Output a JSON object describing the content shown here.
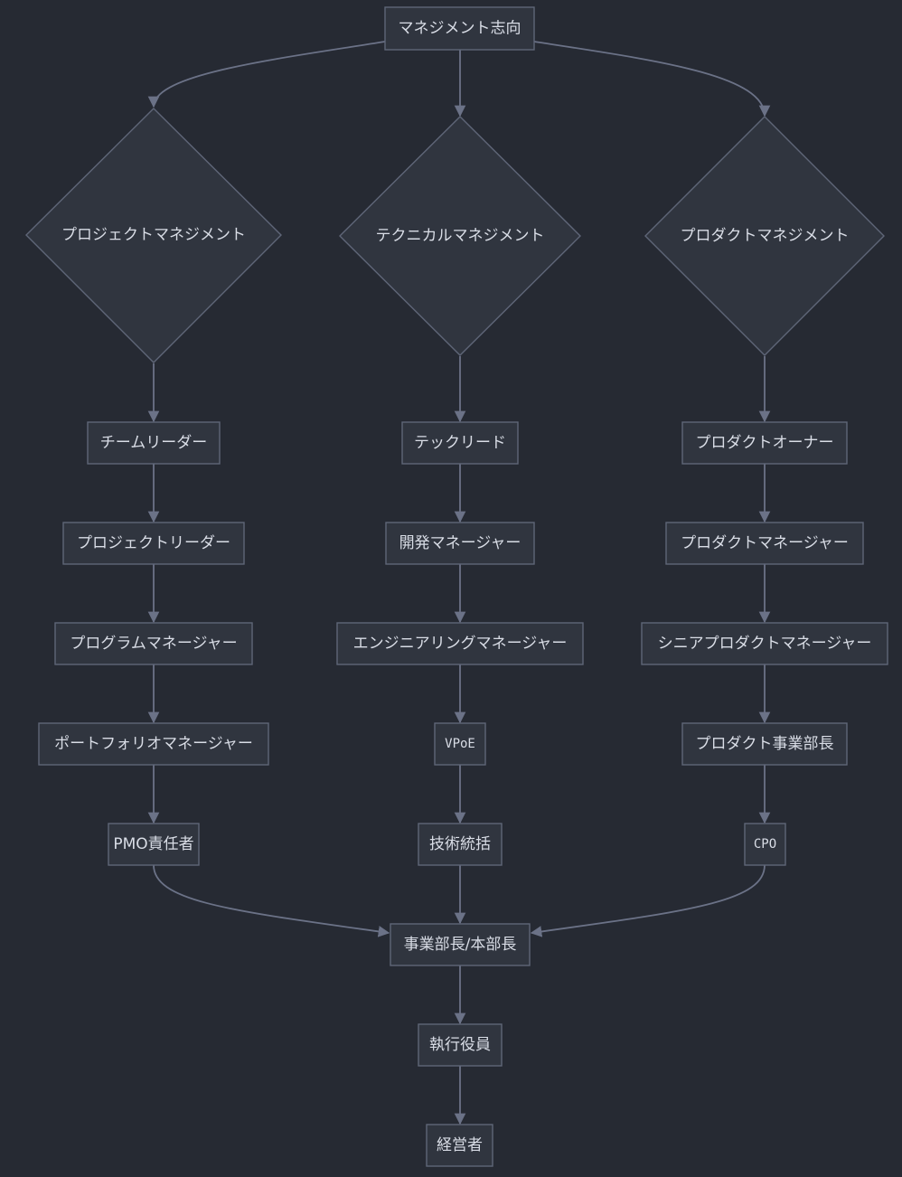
{
  "root": "マネジメント志向",
  "tracks": {
    "project": {
      "category": "プロジェクトマネジメント",
      "steps": [
        "チームリーダー",
        "プロジェクトリーダー",
        "プログラムマネージャー",
        "ポートフォリオマネージャー",
        "PMO責任者"
      ]
    },
    "technical": {
      "category": "テクニカルマネジメント",
      "steps": [
        "テックリード",
        "開発マネージャー",
        "エンジニアリングマネージャー",
        "VPoE",
        "技術統括"
      ]
    },
    "product": {
      "category": "プロダクトマネジメント",
      "steps": [
        "プロダクトオーナー",
        "プロダクトマネージャー",
        "シニアプロダクトマネージャー",
        "プロダクト事業部長",
        "CPO"
      ]
    }
  },
  "convergence": [
    "事業部長/本部長",
    "執行役員",
    "経営者"
  ],
  "colors": {
    "background": "#262a33",
    "node_fill": "#30353f",
    "node_stroke": "#5f6678",
    "edge": "#6b7287",
    "text": "#d9dde6"
  }
}
